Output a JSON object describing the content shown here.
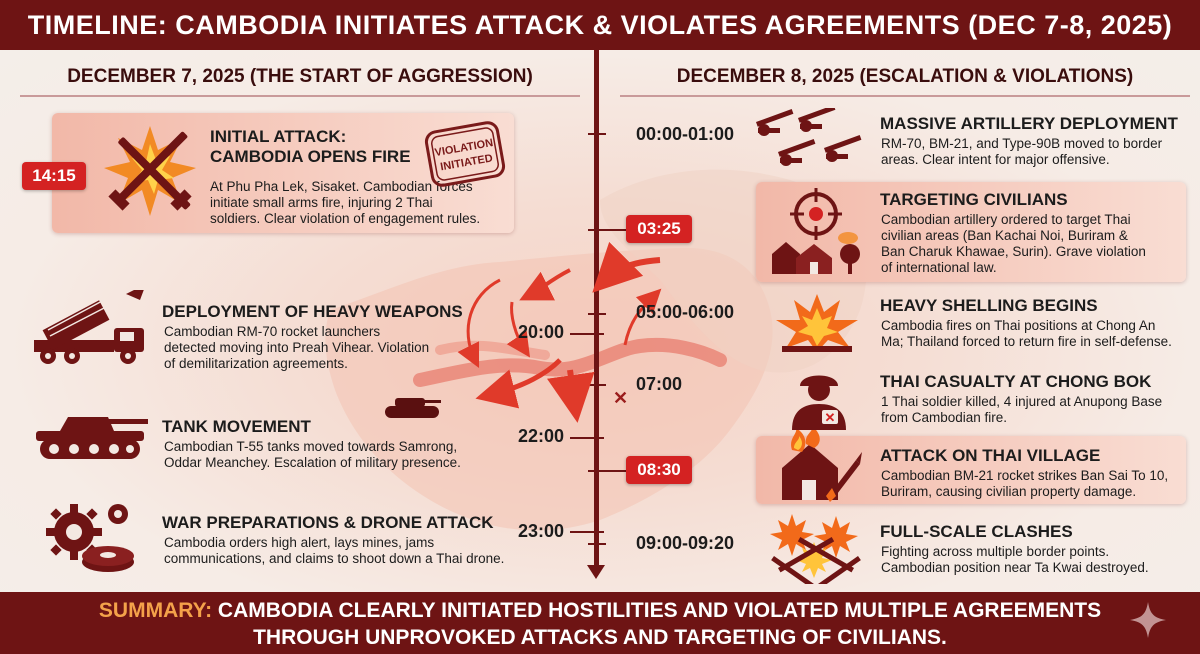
{
  "title": "TIMELINE: CAMBODIA INITIATES ATTACK & VIOLATES AGREEMENTS (DEC 7-8, 2025)",
  "left_column": {
    "heading": "DECEMBER 7, 2025 (THE START OF AGGRESSION)",
    "events": [
      {
        "time": "14:15",
        "title_line1": "INITIAL ATTACK:",
        "title_line2": "CAMBODIA OPENS FIRE",
        "desc_line1": "At Phu Pha Lek, Sisaket. Cambodian forces",
        "desc_line2": "initiate small arms fire, injuring 2 Thai",
        "desc_line3": "soldiers. Clear violation of engagement rules.",
        "stamp_line1": "VIOLATION",
        "stamp_line2": "INITIATED",
        "icon": "crossed-rifles-explosion-icon"
      },
      {
        "time": "20:00",
        "title": "DEPLOYMENT OF HEAVY WEAPONS",
        "desc_line1": "Cambodian RM-70 rocket launchers",
        "desc_line2": "detected moving into Preah Vihear. Violation",
        "desc_line3": "of demilitarization agreements.",
        "icon": "rocket-launcher-truck-icon"
      },
      {
        "time": "22:00",
        "title": "TANK MOVEMENT",
        "desc_line1": "Cambodian T-55 tanks moved towards Samrong,",
        "desc_line2": "Oddar Meanchey. Escalation of military presence.",
        "icon": "tank-icon"
      },
      {
        "time": "23:00",
        "title": "WAR PREPARATIONS & DRONE ATTACK",
        "desc_line1": "Cambodia orders high alert, lays mines, jams",
        "desc_line2": "communications, and claims to shoot down a Thai drone.",
        "icon": "gears-mine-icon"
      }
    ]
  },
  "right_column": {
    "heading": "DECEMBER 8, 2025 (ESCALATION & VIOLATIONS)",
    "events": [
      {
        "time": "00:00-01:00",
        "title": "MASSIVE ARTILLERY DEPLOYMENT",
        "desc_line1": "RM-70, BM-21, and Type-90B moved to border",
        "desc_line2": "areas. Clear intent for major offensive.",
        "icon": "artillery-guns-icon"
      },
      {
        "time": "03:25",
        "title": "TARGETING CIVILIANS",
        "desc_line1": "Cambodian artillery ordered to target Thai",
        "desc_line2": "civilian areas (Ban Kachai Noi, Buriram &",
        "desc_line3": "Ban Charuk Khawae, Surin). Grave violation",
        "desc_line4": "of international law.",
        "icon": "crosshair-houses-icon"
      },
      {
        "time": "05:00-06:00",
        "title": "HEAVY SHELLING BEGINS",
        "desc_line1": "Cambodia fires on Thai positions at Chong An",
        "desc_line2": "Ma; Thailand forced to return fire in self-defense.",
        "icon": "explosion-icon"
      },
      {
        "time": "07:00",
        "title": "THAI CASUALTY AT CHONG BOK",
        "desc_line1": "1 Thai soldier killed, 4 injured at Anupong Base",
        "desc_line2": "from Cambodian fire.",
        "icon": "injured-soldier-icon"
      },
      {
        "time": "08:30",
        "title": "ATTACK ON THAI VILLAGE",
        "desc_line1": "Cambodian BM-21 rocket strikes Ban Sai To 10,",
        "desc_line2": "Buriram, causing civilian property damage.",
        "icon": "burning-house-rocket-icon"
      },
      {
        "time": "09:00-09:20",
        "title": "FULL-SCALE CLASHES",
        "desc_line1": "Fighting across multiple border points.",
        "desc_line2": "Cambodian position near Ta Kwai destroyed.",
        "icon": "crossed-rifles-clash-icon"
      }
    ]
  },
  "summary": {
    "label": "SUMMARY:",
    "line1": " CAMBODIA CLEARLY INITIATED HOSTILITIES AND VIOLATED MULTIPLE AGREEMENTS",
    "line2": "THROUGH UNPROVOKED ATTACKS AND TARGETING OF CIVILIANS."
  },
  "colors": {
    "dark_red": "#6e1414",
    "accent_red": "#d42222",
    "highlight": "#f2b8a8",
    "summary_label": "#f4a24a"
  }
}
